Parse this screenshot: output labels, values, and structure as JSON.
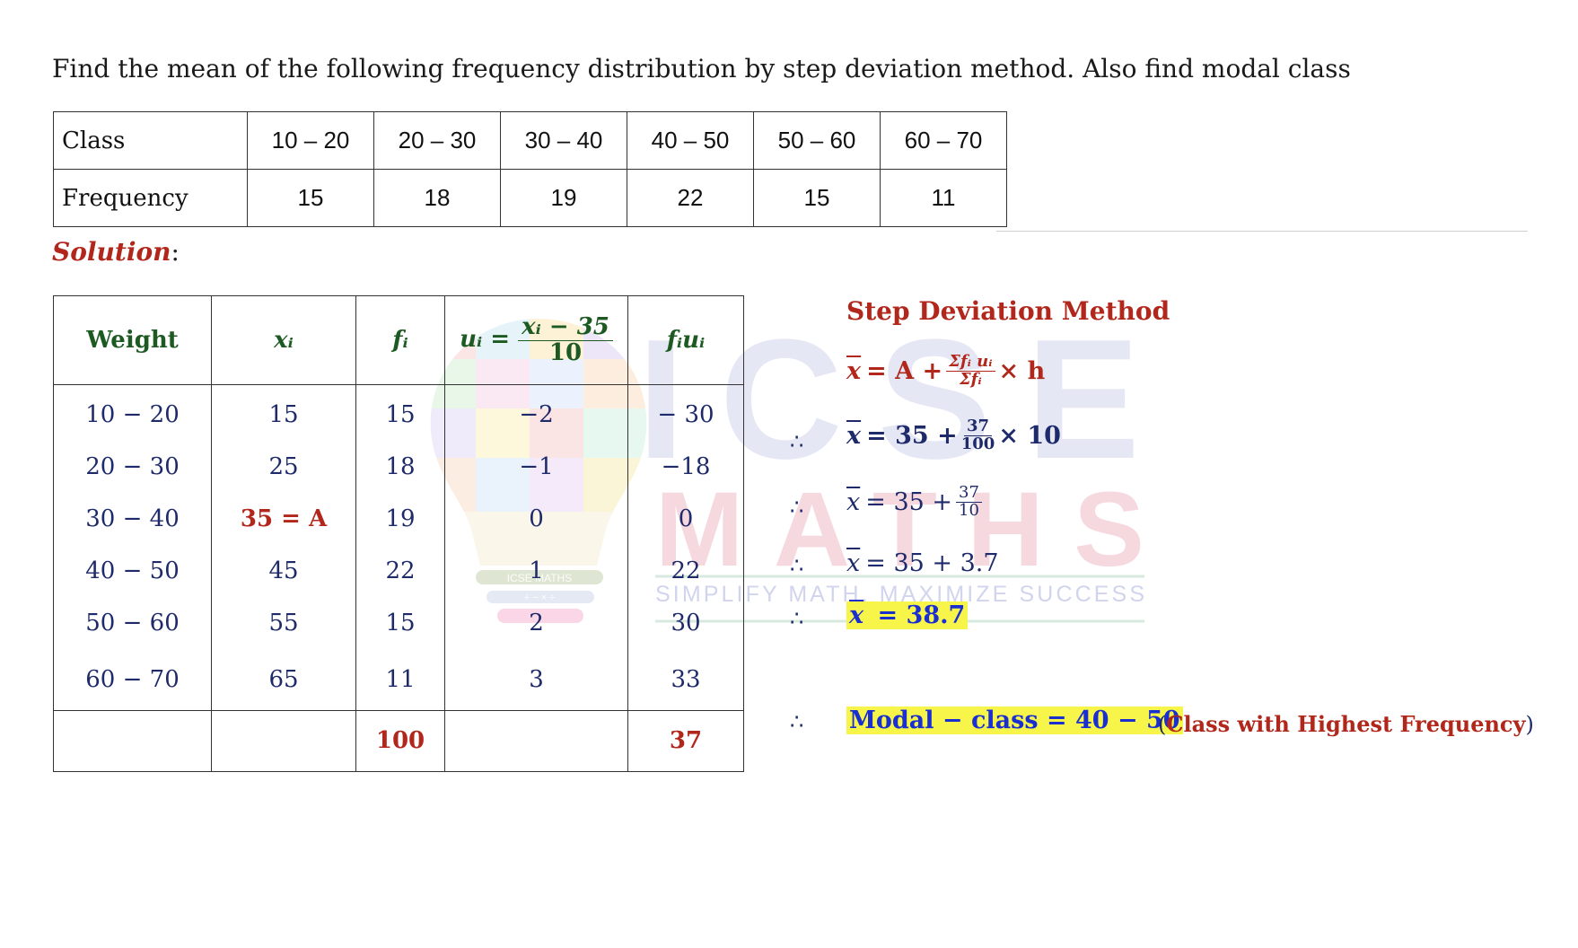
{
  "question": "Find the mean of the following frequency distribution by step deviation method. Also find modal class",
  "given_table": {
    "row1_label": "Class",
    "classes": [
      "10 – 20",
      "20 – 30",
      "30 – 40",
      "40 – 50",
      "50 – 60",
      "60 – 70"
    ],
    "row2_label": "Frequency",
    "frequencies": [
      "15",
      "18",
      "19",
      "22",
      "15",
      "11"
    ]
  },
  "solution_label": "Solution",
  "solution_colon": ":",
  "solution_table": {
    "headers": {
      "weight": "Weight",
      "xi": "xᵢ",
      "fi": "fᵢ",
      "ui_lhs": "uᵢ =",
      "ui_num": "xᵢ − 35",
      "ui_den": "10",
      "fiui": "fᵢuᵢ"
    },
    "rows": [
      {
        "weight": "10 − 20",
        "xi": "15",
        "fi": "15",
        "ui": "−2",
        "fiui": "− 30"
      },
      {
        "weight": "20 − 30",
        "xi": "25",
        "fi": "18",
        "ui": "−1",
        "fiui": "−18"
      },
      {
        "weight": "30 − 40",
        "xi": "35 = A",
        "fi": "19",
        "ui": "0",
        "fiui": "0"
      },
      {
        "weight": "40 − 50",
        "xi": "45",
        "fi": "22",
        "ui": "1",
        "fiui": "22"
      },
      {
        "weight": "50 − 60",
        "xi": "55",
        "fi": "15",
        "ui": "2",
        "fiui": "30"
      },
      {
        "weight": "60 − 70",
        "xi": "65",
        "fi": "11",
        "ui": "3",
        "fiui": "33"
      }
    ],
    "totals": {
      "fi": "100",
      "fiui": "37"
    }
  },
  "method": {
    "title": "Step Deviation Method",
    "therefore": "∴",
    "formula": {
      "lhs": "x",
      "eq": "= A +",
      "num": "Σfᵢ uᵢ",
      "den": "Σfᵢ",
      "tail": "× h"
    },
    "step1": {
      "lhs": "x",
      "eq": "= 35 +",
      "num": "37",
      "den": "100",
      "tail": "× 10"
    },
    "step2": {
      "lhs": "x",
      "eq": "= 35 +",
      "num": "37",
      "den": "10"
    },
    "step3": {
      "lhs": "x",
      "eq": "= 35 + 3.7"
    },
    "step4": {
      "lhs": "x",
      "eq": "= 38.7"
    },
    "modal": {
      "text": "Modal − class = 40 − 50",
      "note_open": "(",
      "note": "Class with Highest Frequency",
      "note_close": ")"
    }
  },
  "watermark": {
    "top": "ICSE",
    "middle": "MATHS",
    "tagline": "SIMPLIFY MATH, MAXIMIZE SUCCESS",
    "badge": "ICSE MATHS",
    "badge_ops": "+ − × ÷"
  },
  "colors": {
    "red": "#b1271b",
    "green": "#1d5a22",
    "navy": "#1e2a6a",
    "blue": "#1a2fd1",
    "highlight": "#f7f44a"
  }
}
